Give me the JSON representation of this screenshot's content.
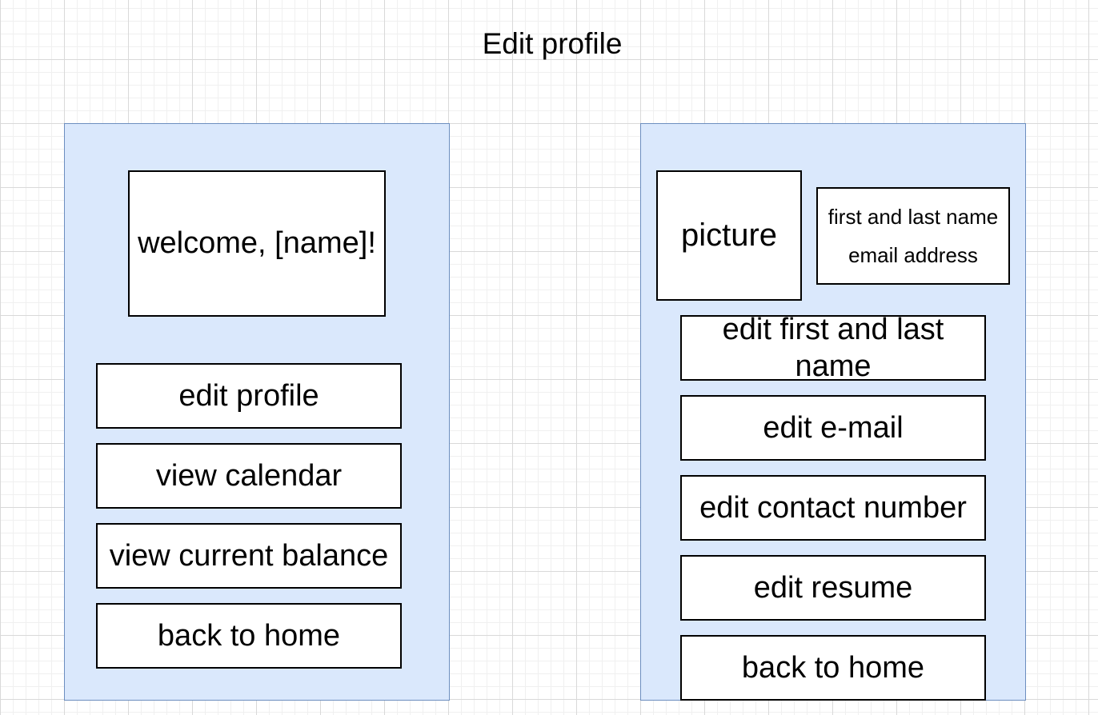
{
  "title": "Edit profile",
  "left_screen": {
    "welcome_text": "welcome, [name]!",
    "buttons": [
      "edit profile",
      "view calendar",
      "view current balance",
      "back to home"
    ]
  },
  "right_screen": {
    "picture_label": "picture",
    "info": {
      "name_line": "first and last name",
      "email_line": "email address"
    },
    "buttons": [
      "edit first and last name",
      "edit e-mail",
      "edit contact number",
      "edit resume",
      "back to home"
    ]
  },
  "colors": {
    "panel_fill": "#dae8fc",
    "panel_border": "#6c8ebf",
    "box_fill": "#ffffff",
    "box_border": "#000000"
  }
}
